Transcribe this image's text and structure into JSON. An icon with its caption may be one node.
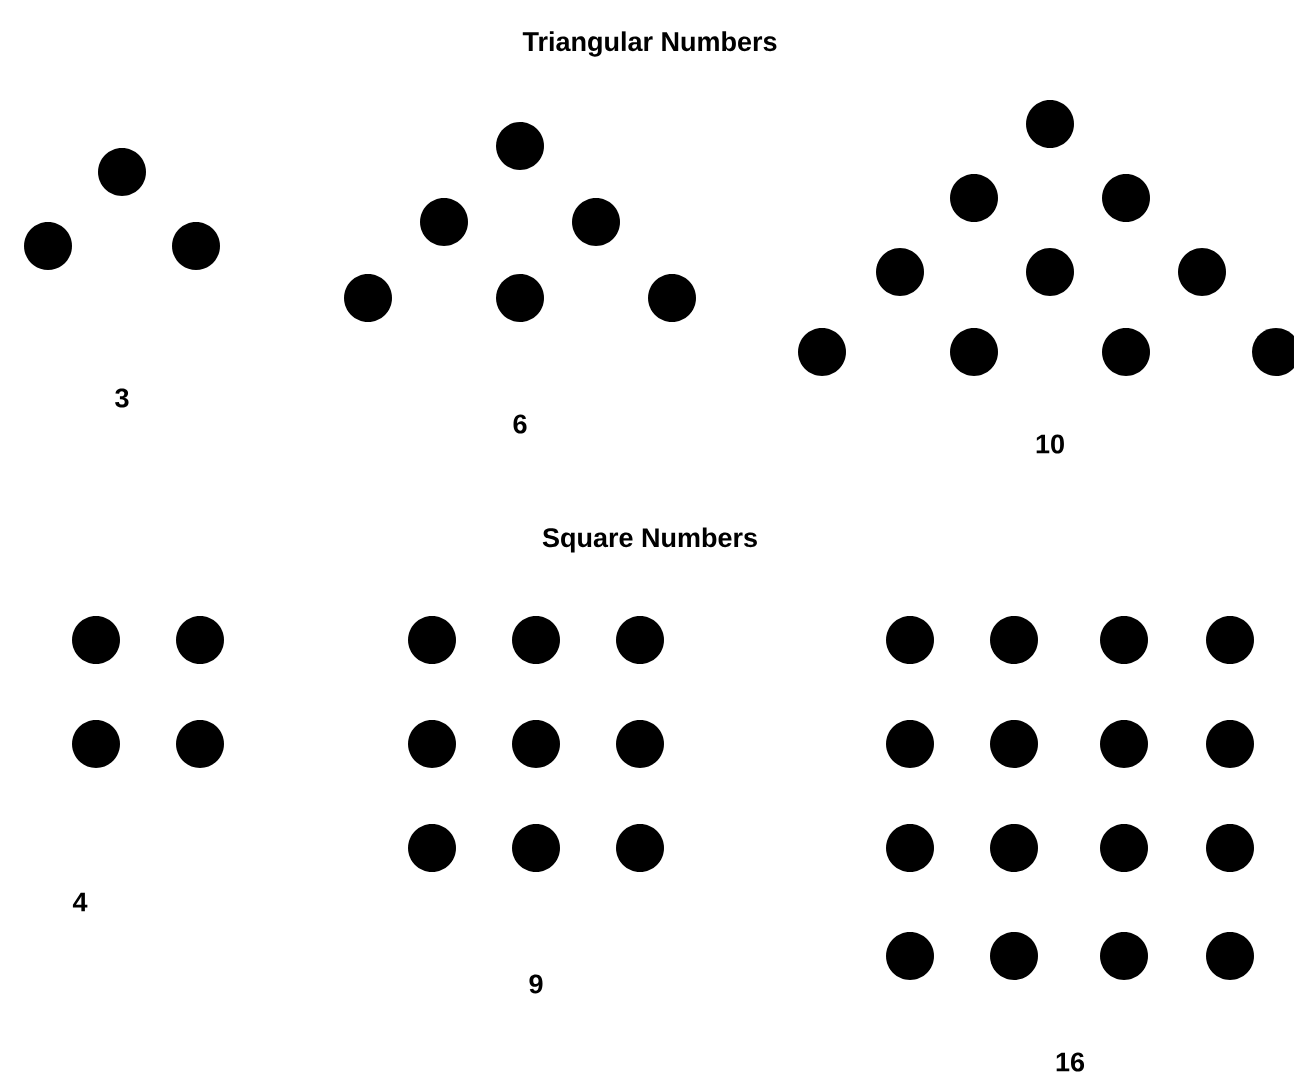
{
  "diagram": {
    "labels": [
      "Triangular Numbers",
      "3",
      "6",
      "10",
      "Square Numbers",
      "4",
      "9",
      "16"
    ]
  }
}
